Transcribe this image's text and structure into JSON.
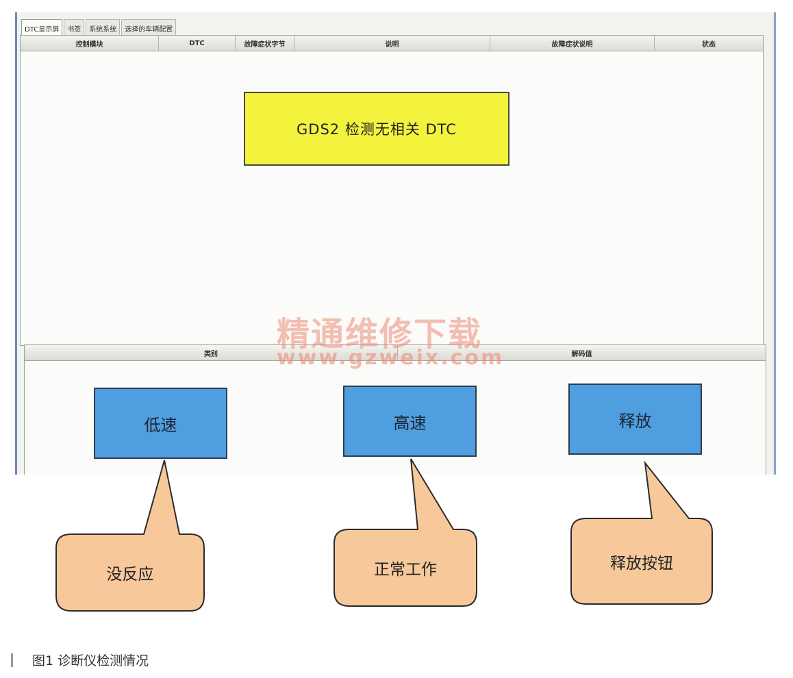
{
  "tabs": [
    "DTC显示屏",
    "书签",
    "系统系统",
    "选择的车辆配置"
  ],
  "upper_table": {
    "columns": [
      "控制模块",
      "DTC",
      "故障症状字节",
      "说明",
      "故障症状说明",
      "状态"
    ]
  },
  "lower_table": {
    "columns": [
      "类别",
      "解码值"
    ]
  },
  "notice": "GDS2 检测无相关 DTC",
  "buttons": {
    "low_speed": "低速",
    "high_speed": "高速",
    "release": "释放"
  },
  "callouts": {
    "low_speed": "没反应",
    "high_speed": "正常工作",
    "release": "释放按钮"
  },
  "watermark": {
    "title": "精通维修下载",
    "url": "www.gzweix.com"
  },
  "caption": "图1  诊断仪检测情况",
  "colors": {
    "notice_bg": "#f3f33e",
    "button_bg": "#4f9ee0",
    "callout_bg": "#f7c99a",
    "window_border": "#6f84c8"
  }
}
